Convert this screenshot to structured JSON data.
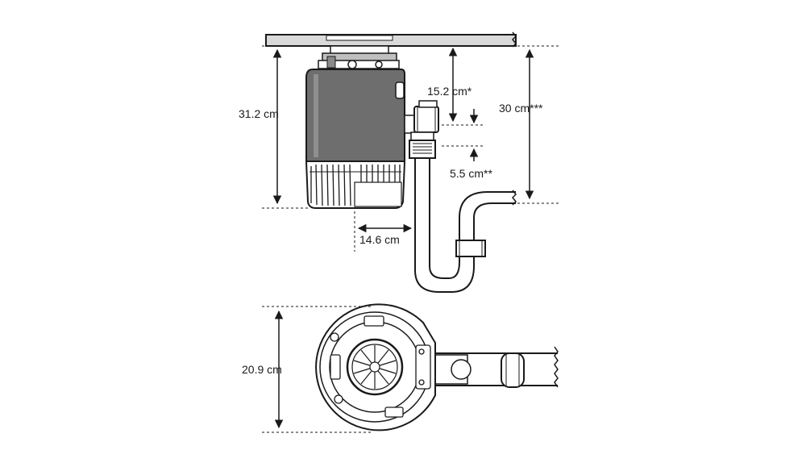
{
  "dimensions": {
    "height_total": "31.2 cm",
    "inlet_drop": "15.2 cm*",
    "outlet_spacing": "5.5 cm**",
    "drain_height": "30 cm***",
    "outlet_offset": "14.6 cm",
    "diameter": "20.9 cm"
  },
  "colors": {
    "line": "#1a1a1a",
    "body_dark": "#6e6e6e",
    "body_light": "#d9d9d9",
    "white": "#ffffff"
  }
}
